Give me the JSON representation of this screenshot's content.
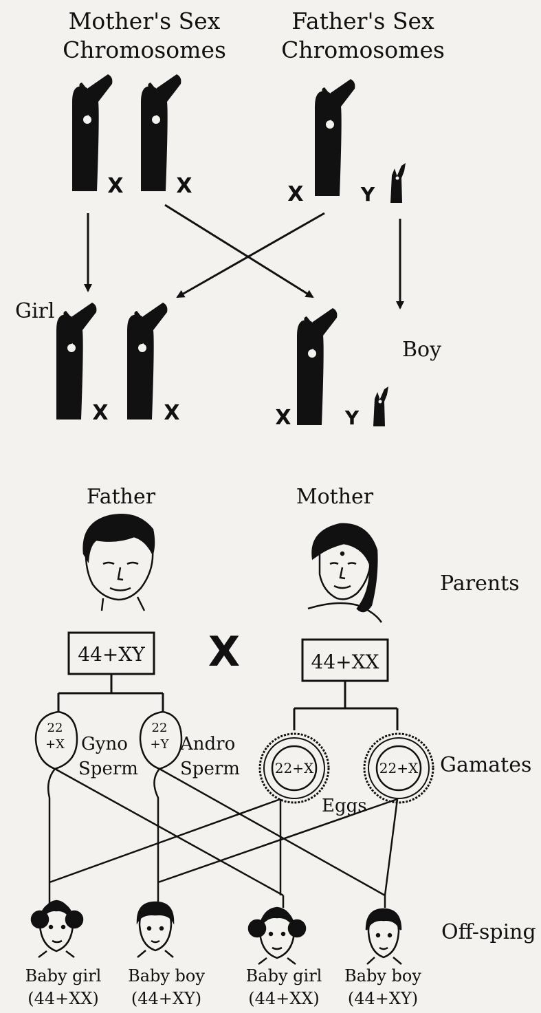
{
  "top": {
    "mother_heading_line1": "Mother's Sex",
    "mother_heading_line2": "Chromosomes",
    "father_heading_line1": "Father's Sex",
    "father_heading_line2": "Chromosomes",
    "x_label": "X",
    "y_label": "Y",
    "girl_label": "Girl",
    "boy_label": "Boy"
  },
  "bottom": {
    "father_label": "Father",
    "mother_label": "Mother",
    "parents_label": "Parents",
    "cross_symbol": "X",
    "father_genotype": "44+XY",
    "mother_genotype": "44+XX",
    "sperm1_top": "22",
    "sperm1_bottom": "+X",
    "sperm2_top": "22",
    "sperm2_bottom": "+Y",
    "gyno_line1": "Gyno",
    "gyno_line2": "Sperm",
    "andro_line1": "Andro",
    "andro_line2": "Sperm",
    "egg1": "22+X",
    "egg2": "22+X",
    "eggs_label": "Eggs",
    "gamates_label": "Gamates",
    "offspring_label": "Off-sping",
    "children": [
      {
        "line1": "Baby girl",
        "line2": "(44+XX)"
      },
      {
        "line1": "Baby boy",
        "line2": "(44+XY)"
      },
      {
        "line1": "Baby girl",
        "line2": "(44+XX)"
      },
      {
        "line1": "Baby boy",
        "line2": "(44+XY)"
      }
    ]
  },
  "colors": {
    "ink": "#111111",
    "paper": "#f3f2ee"
  }
}
